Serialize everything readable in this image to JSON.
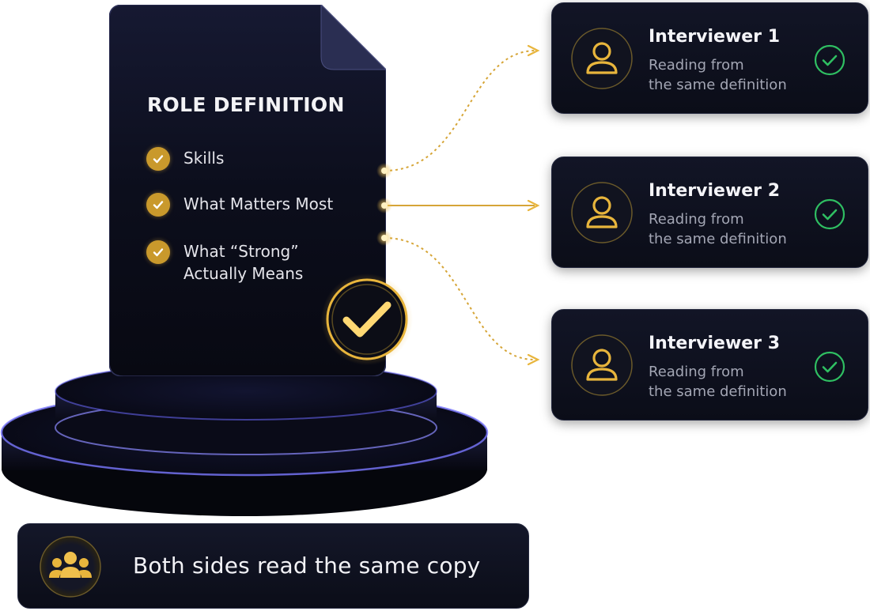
{
  "document": {
    "title": "ROLE DEFINITION",
    "items": [
      {
        "label": "Skills"
      },
      {
        "label": "What Matters Most"
      },
      {
        "label": "What “Strong”\nActually Means"
      }
    ]
  },
  "interviewers": [
    {
      "name": "Interviewer 1",
      "description": "Reading from\nthe same definition"
    },
    {
      "name": "Interviewer 2",
      "description": "Reading from\nthe same definition"
    },
    {
      "name": "Interviewer 3",
      "description": "Reading from\nthe same definition"
    }
  ],
  "banner": {
    "text": "Both sides read the same copy",
    "icon": "team-icon"
  },
  "colors": {
    "accent_gold": "#e8b53c",
    "card_bg": "#0f1220",
    "success_green": "#2fbf62",
    "podium_glow": "#6f6cff"
  }
}
